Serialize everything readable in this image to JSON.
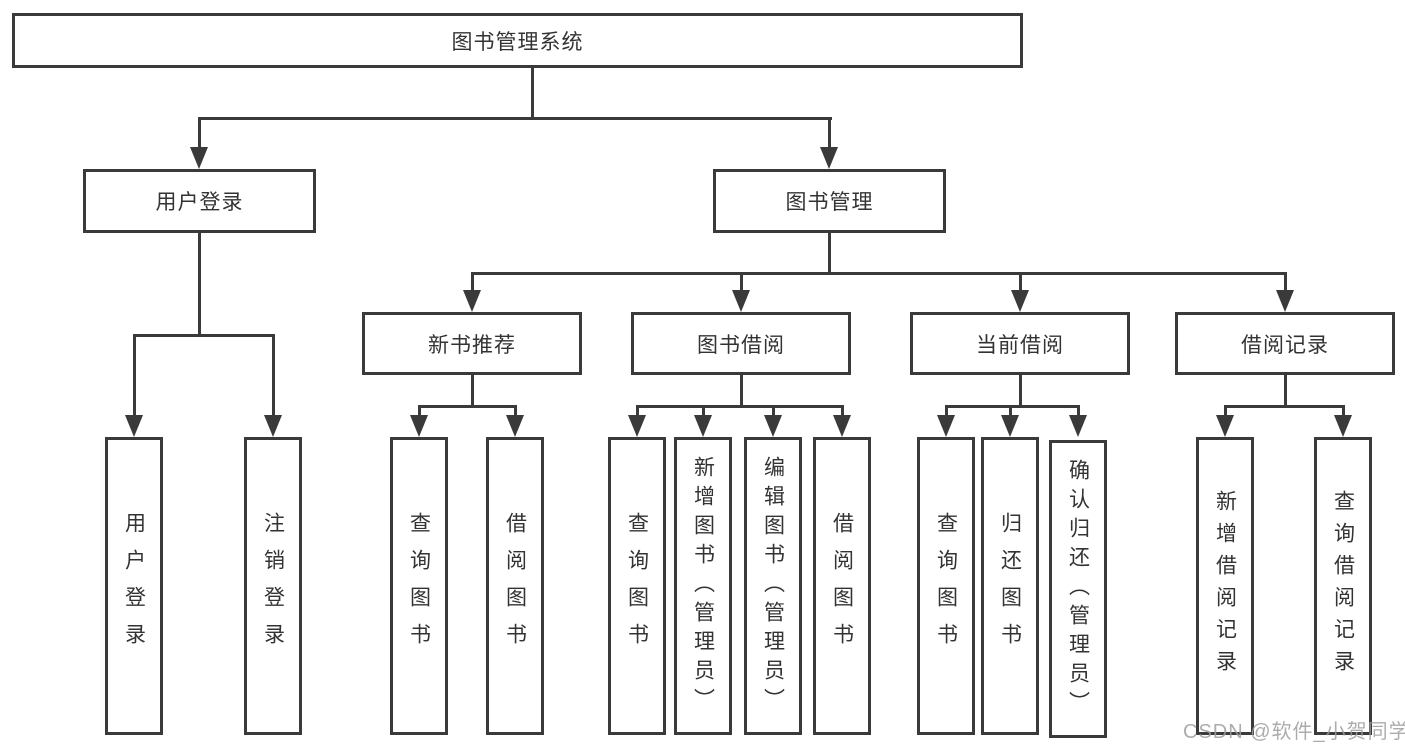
{
  "diagram": {
    "title": "图书管理系统",
    "level2": {
      "user": "用户登录",
      "book": "图书管理"
    },
    "level3": {
      "newbook": "新书推荐",
      "borrow": "图书借阅",
      "current": "当前借阅",
      "records": "借阅记录"
    },
    "leaves": {
      "user": [
        "用户登录",
        "注销登录"
      ],
      "newbook": [
        "查询图书",
        "借阅图书"
      ],
      "borrow": [
        "查询图书",
        "新增图书（管理员）",
        "编辑图书（管理员）",
        "借阅图书"
      ],
      "current": [
        "查询图书",
        "归还图书",
        "确认归还（管理员）"
      ],
      "records": [
        "新增借阅记录",
        "查询借阅记录"
      ]
    }
  },
  "watermark": "CSDN @软件_小贺同学",
  "colors": {
    "line": "#3a3a3a",
    "text": "#333333",
    "watermark": "#9e9e9e",
    "background": "#ffffff"
  }
}
